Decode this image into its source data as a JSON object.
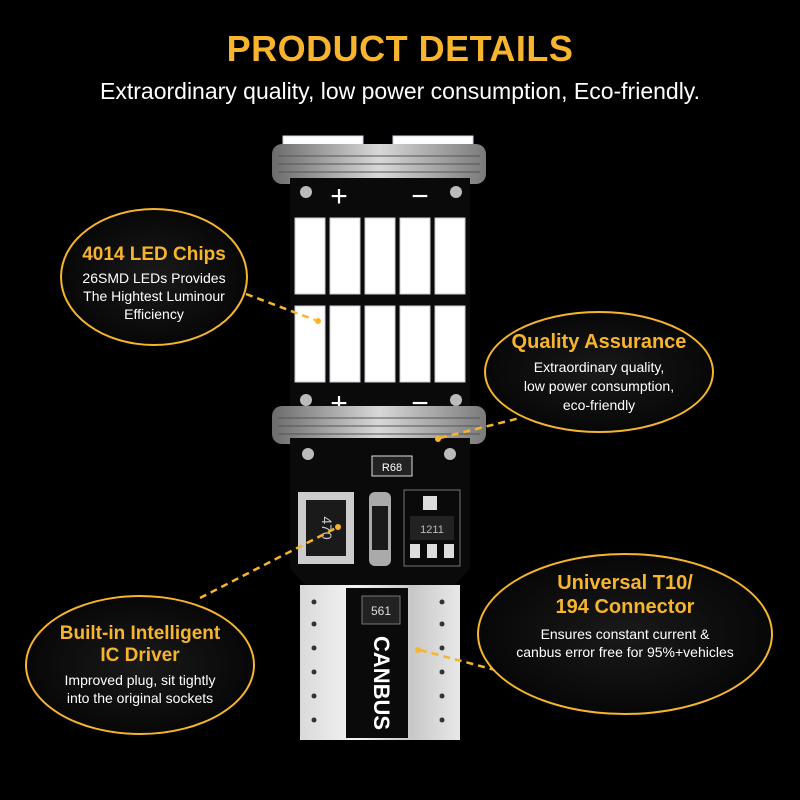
{
  "header": {
    "title": "PRODUCT DETAILS",
    "subtitle": "Extraordinary quality, low power consumption, Eco-friendly."
  },
  "callouts": {
    "led": {
      "heading": "4014 LED Chips",
      "lines": [
        "26SMD LEDs Provides",
        "The Hightest Luminour",
        "Efficiency"
      ]
    },
    "quality": {
      "heading": "Quality Assurance",
      "lines": [
        "Extraordinary quality,",
        "low power consumption,",
        "eco-friendly"
      ]
    },
    "ic": {
      "heading_lines": [
        "Built-in Intelligent",
        "IC Driver"
      ],
      "lines": [
        "Improved plug, sit tightly",
        "into the original sockets"
      ]
    },
    "connector": {
      "heading_lines": [
        "Universal T10/",
        "194 Connector"
      ],
      "lines": [
        "Ensures constant current &",
        "canbus error free for 95%+vehicles"
      ]
    }
  },
  "pcb": {
    "plus_symbol": "+",
    "minus_symbol": "−",
    "resistor_label": "R68",
    "inductor_label": "470",
    "chip_label": "1211",
    "base_chip_label": "561",
    "base_text": "CANBUS"
  },
  "colors": {
    "accent": "#f6b52c",
    "background": "#000000",
    "led": "#ffffff"
  }
}
